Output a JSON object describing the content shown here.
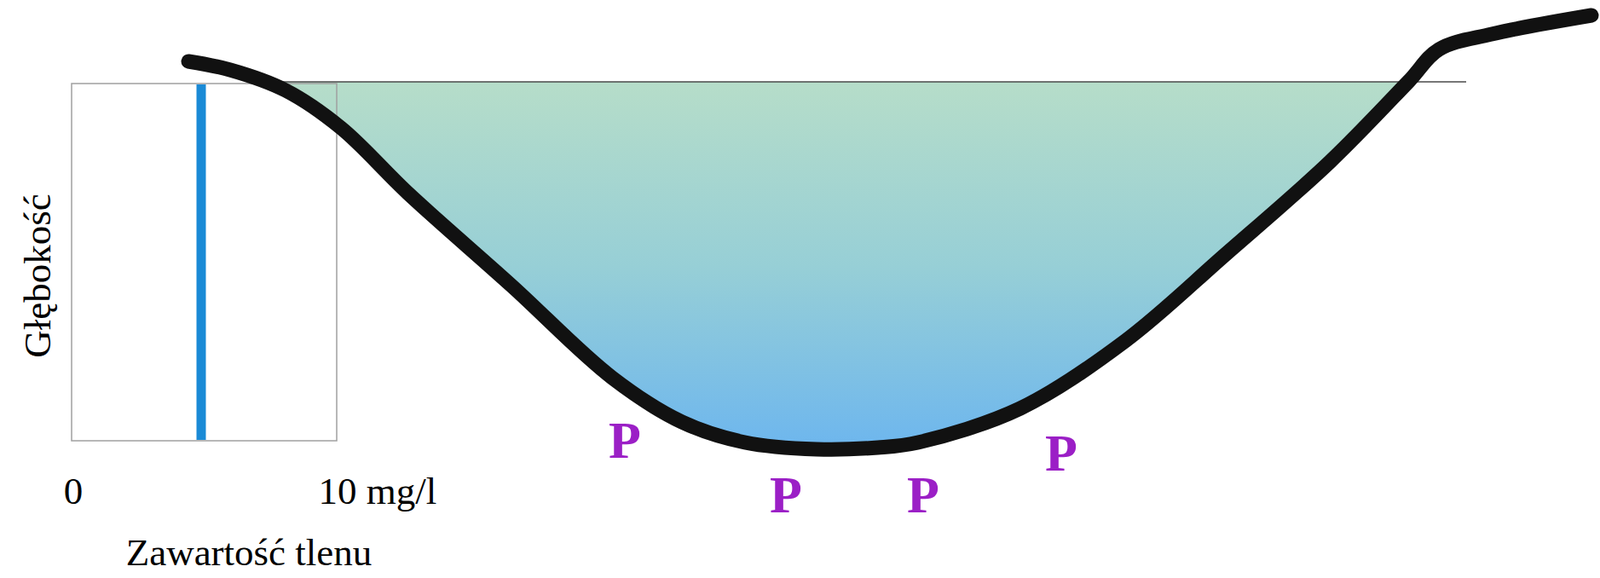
{
  "diagram": {
    "labels": [
      "Głębokość",
      "0",
      "10 mg/l",
      "Zawartość tlenu",
      "P",
      "P",
      "P",
      "P"
    ]
  }
}
